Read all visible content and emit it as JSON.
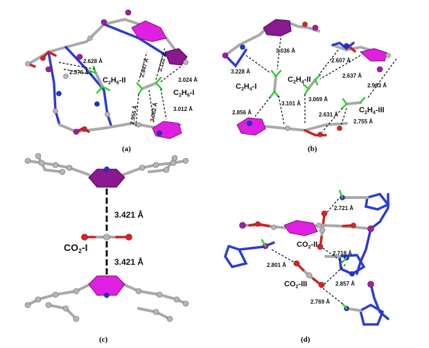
{
  "panels": {
    "a": {
      "label": "(a)",
      "molecules": {
        "c2h6_1": "C2H6-I",
        "c2h6_2": "C2H6-II"
      },
      "distances": [
        "2.628 Å",
        "2.576 Å",
        "2.947 Å",
        "3.122 Å",
        "3.024 Å",
        "2.955 Å",
        "3.082 Å",
        "3.012 Å"
      ]
    },
    "b": {
      "label": "(b)",
      "molecules": {
        "c2h4_1": "C2H4-I",
        "c2h4_2": "C2H4-II",
        "c2h4_3": "C2H4-III"
      },
      "distances": [
        "3.036 Å",
        "3.228 Å",
        "2.607 Å",
        "2.637 Å",
        "2.963 Å",
        "3.069 Å",
        "3.101 Å",
        "2.856 Å",
        "2.631 Å",
        "2.755 Å"
      ]
    },
    "c": {
      "label": "(c)",
      "molecules": {
        "co2_1": "CO2-I"
      },
      "distances": [
        "3.421 Å",
        "3.421 Å"
      ]
    },
    "d": {
      "label": "(d)",
      "molecules": {
        "co2_2": "CO2-II",
        "co2_3": "CO2-III"
      },
      "distances": [
        "2.721 Å",
        "2.718 Å",
        "2.801 Å",
        "2.857 Å",
        "2.769 Å"
      ]
    }
  },
  "colors": {
    "carbon": "#b5b5b5",
    "nitrogen": "#2233cc",
    "oxygen": "#dd2222",
    "metal": "#a01fa0",
    "hydrogen_bond_h": "#33cc33",
    "aromatic_ring": "#e020e0",
    "aromatic_ring_dark": "#8a1890"
  }
}
